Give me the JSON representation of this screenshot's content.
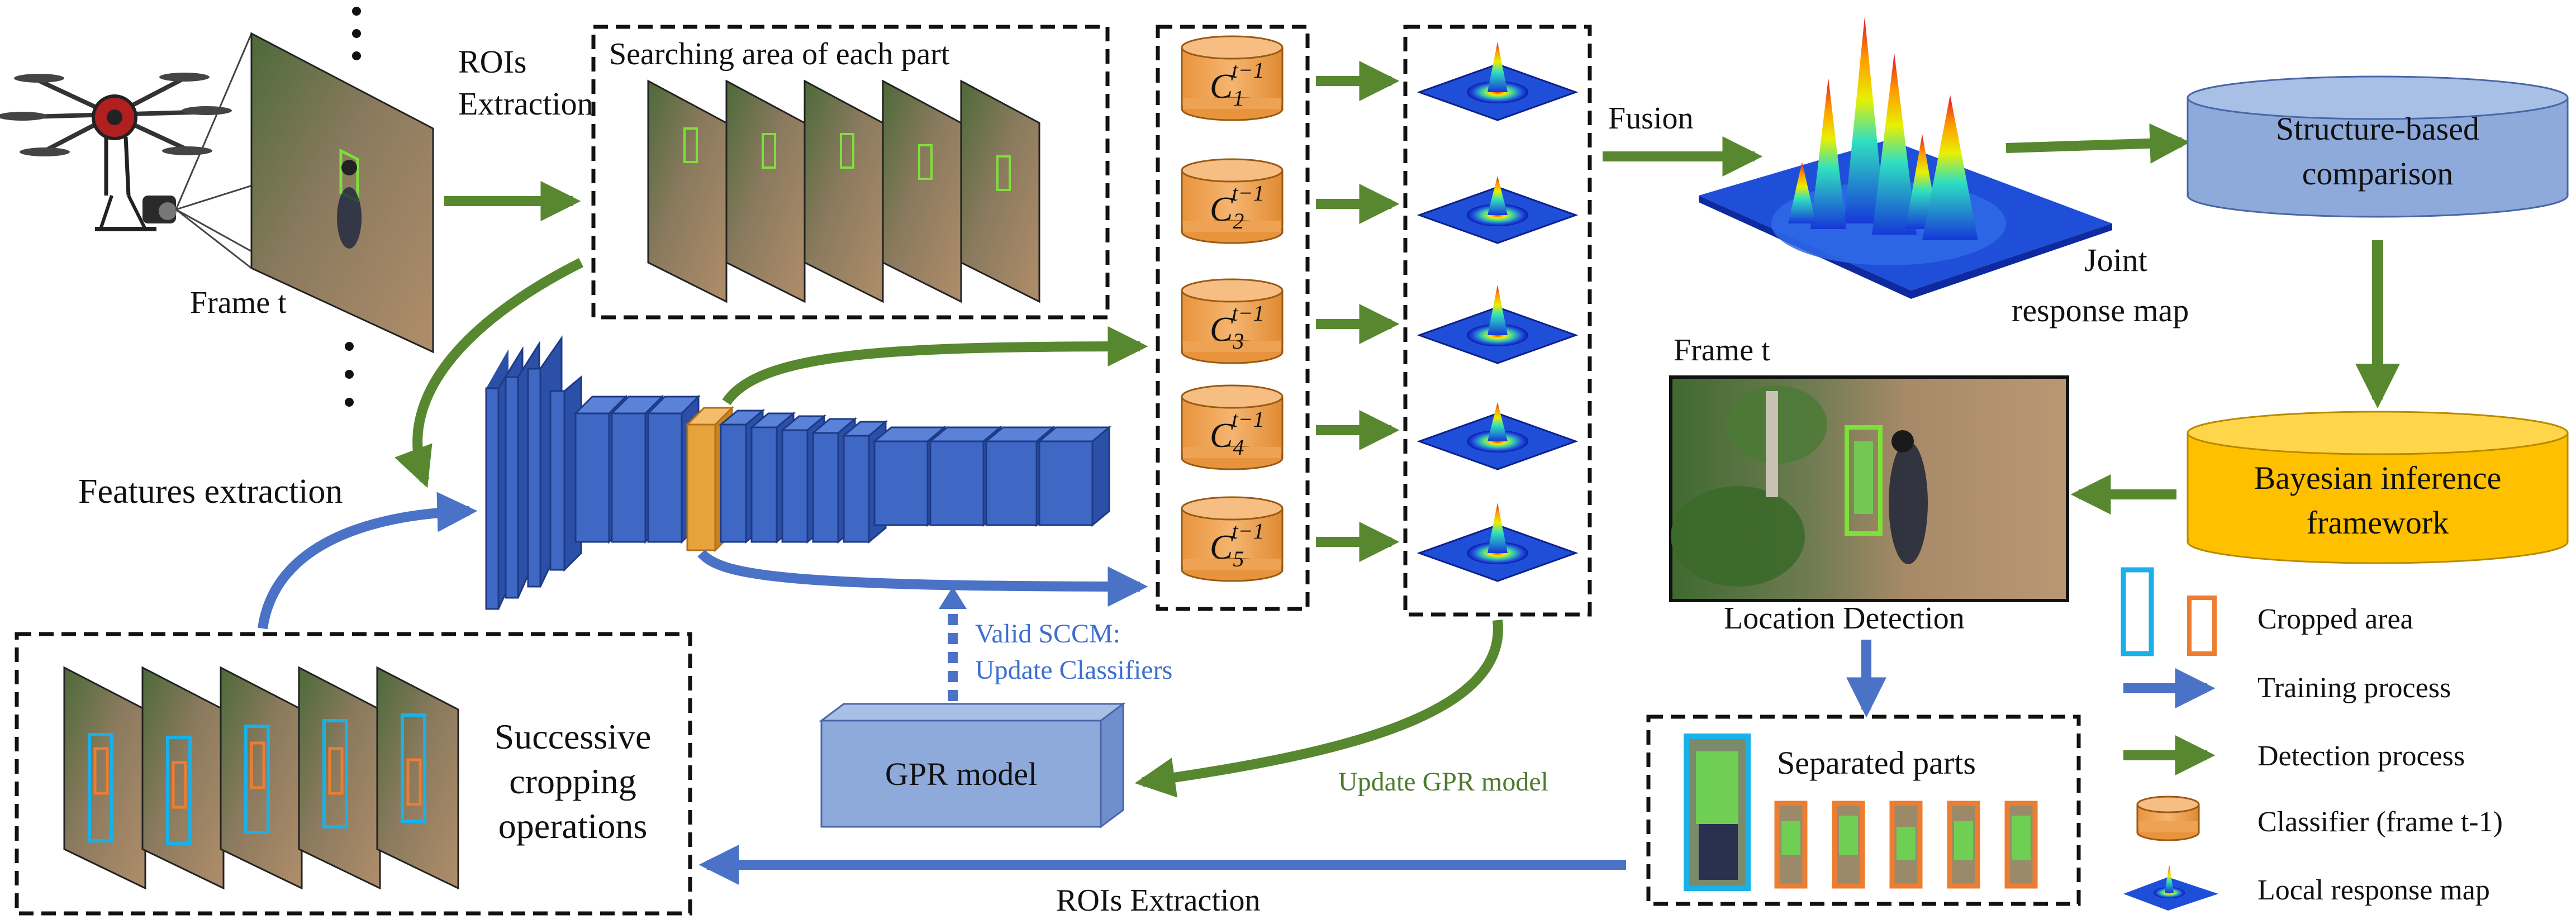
{
  "labels": {
    "rois_extraction_top_1": "ROIs",
    "rois_extraction_top_2": "Extraction",
    "searching_area": "Searching area of each part",
    "frame_t_left": "Frame t",
    "features_extraction": "Features extraction",
    "fusion": "Fusion",
    "joint_response_1": "Joint",
    "joint_response_2": "response map",
    "structure_comparison_1": "Structure-based",
    "structure_comparison_2": "comparison",
    "bayesian_1": "Bayesian inference",
    "bayesian_2": "framework",
    "frame_t_right": "Frame t",
    "location_detection": "Location Detection",
    "separated_parts": "Separated parts",
    "valid_sccm_1": "Valid SCCM:",
    "valid_sccm_2": "Update Classifiers",
    "gpr_model": "GPR model",
    "update_gpr": "Update GPR model",
    "successive_1": "Successive",
    "successive_2": "cropping",
    "successive_3": "operations",
    "rois_extraction_bottom": "ROIs  Extraction"
  },
  "classifiers": [
    {
      "base": "C",
      "sub": "1",
      "sup": "t−1"
    },
    {
      "base": "C",
      "sub": "2",
      "sup": "t−1"
    },
    {
      "base": "C",
      "sub": "3",
      "sup": "t−1"
    },
    {
      "base": "C",
      "sub": "4",
      "sup": "t−1"
    },
    {
      "base": "C",
      "sub": "5",
      "sup": "t−1"
    }
  ],
  "legend": [
    {
      "label": "Cropped area"
    },
    {
      "label": "Training process"
    },
    {
      "label": "Detection process"
    },
    {
      "label": "Classifier (frame t-1)"
    },
    {
      "label": "Local response map"
    }
  ],
  "colors": {
    "training_arrow": "#4a72c6",
    "detection_arrow": "#57882f",
    "cnn_layer": "#3f68c4",
    "cnn_highlight": "#e8a23c",
    "classifier": "#f0a857",
    "structure_box": "#8eaadb",
    "bayesian_box": "#ffc000",
    "gpr_box": "#8eaadb",
    "crop_blue": "#1ab0e8",
    "crop_orange": "#ed7d31",
    "detect_green": "#7ee03a"
  }
}
